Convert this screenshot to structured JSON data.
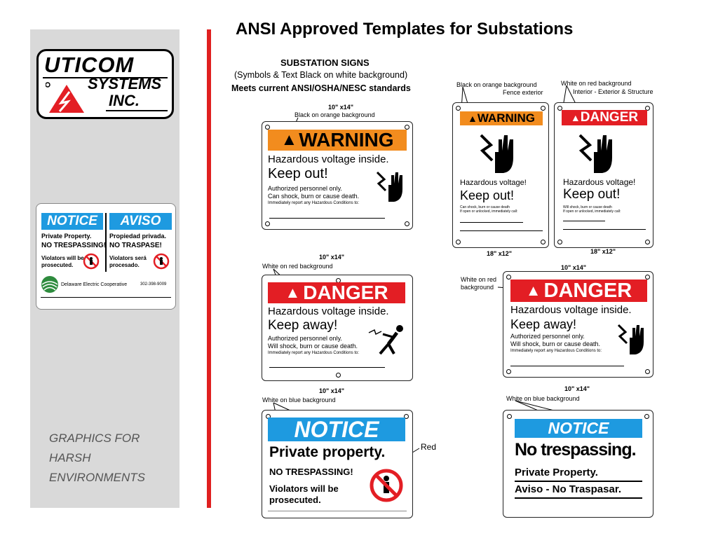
{
  "page": {
    "title": "ANSI Approved Templates  for Substations"
  },
  "sidebar": {
    "logo": {
      "line1": "UTICOM",
      "line2": "SYSTEMS",
      "line3": "INC."
    },
    "tagline": [
      "GRAPHICS FOR",
      "HARSH",
      "ENVIRONMENTS"
    ],
    "photo_sign": {
      "notice": "NOTICE",
      "aviso": "AVISO",
      "left1": "Private Property.",
      "left2": "NO TRESPASSING!",
      "left3": "Violators will be",
      "left4": "prosecuted.",
      "right1": "Propiedad privada.",
      "right2": "NO TRASPASE!",
      "right3": "Violators será",
      "right4": "procesado.",
      "coop": "Delaware Electric Cooperative",
      "phone": "302-398-9009"
    }
  },
  "header": {
    "title": "SUBSTATION SIGNS",
    "sub1": "(Symbols & Text Black on white background)",
    "sub2": "Meets current ANSI/OSHA/NESC standards"
  },
  "annotations": {
    "size_10x14": "10\" x14\"",
    "size_18x12": "18\" x12\"",
    "black_on_orange": "Black on orange background",
    "fence_exterior": "Fence exterior",
    "white_on_red": "White on red background",
    "interior": "Interior - Exterior & Structure",
    "white_on_red_2a": "White on red",
    "white_on_red_2b": "background",
    "white_on_blue": "White on blue background",
    "red": "Red"
  },
  "signs": {
    "warning_text": "WARNING",
    "danger_text": "DANGER",
    "notice_text": "NOTICE",
    "hv_inside": "Hazardous voltage inside.",
    "hv_short": "Hazardous voltage!",
    "keep_out": "Keep out!",
    "keep_away": "Keep away!",
    "auth": "Authorized personnel only.",
    "can_shock": "Can shock, burn or cause death.",
    "will_shock": "Will shock, burn or cause death.",
    "report": "Immediately report any Hazardous Conditions to:",
    "can_shock_small": "Can shock, burn or cause death",
    "will_shock_small": "Will shock, burn or cause death",
    "if_open": "If open or unlocked, immediately call:",
    "private_property": "Private property.",
    "no_trespassing": "NO TRESPASSING!",
    "violators1": "Violators will be",
    "violators2": "prosecuted.",
    "no_tres2": "No trespassing.",
    "private_property2": "Private Property.",
    "aviso": "Aviso - No Traspasar."
  },
  "colors": {
    "orange": "#f28c1e",
    "red": "#e31e24",
    "blue": "#1e9ae0",
    "accent_bar": "#e02020",
    "sidebar": "#d9d9d9"
  }
}
